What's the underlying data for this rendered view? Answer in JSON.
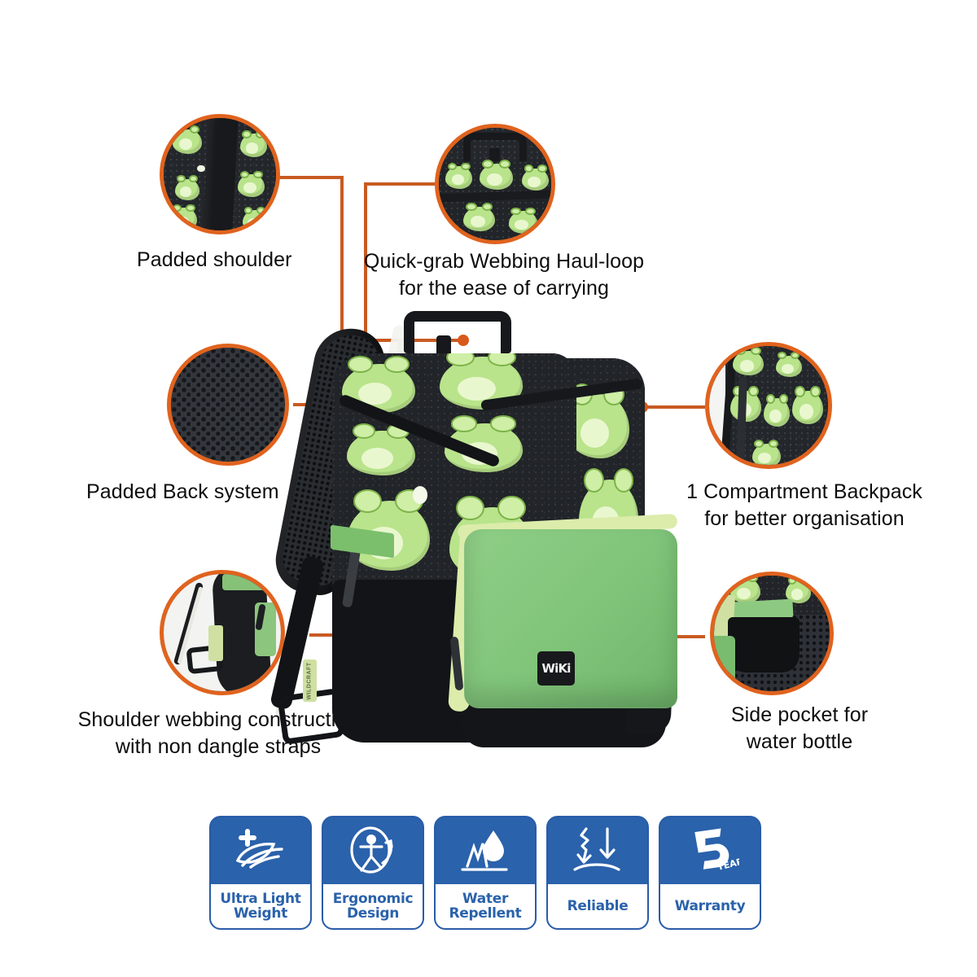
{
  "page": {
    "background": "#ffffff",
    "accent_orange": "#c85a21",
    "circle_border": "#e0631e",
    "badge_blue": "#2a62ab"
  },
  "product": {
    "brand_logo": "WiKi",
    "strap_tag": "WILDCRAFT"
  },
  "callouts": [
    {
      "id": "padded-shoulder",
      "label": "Padded shoulder",
      "photo": "shoulder-strap-closeup"
    },
    {
      "id": "haul-loop",
      "label": "Quick-grab Webbing Haul-loop\nfor the ease of carrying",
      "photo": "haul-loop-closeup"
    },
    {
      "id": "padded-back",
      "label": "Padded Back system",
      "photo": "air-mesh-closeup"
    },
    {
      "id": "shoulder-webbing",
      "label": "Shoulder webbing construction\nwith non dangle straps",
      "photo": "webbing-strap-closeup"
    },
    {
      "id": "compartment",
      "label": "1 Compartment Backpack\nfor better organisation",
      "photo": "main-compartment-closeup"
    },
    {
      "id": "side-pocket",
      "label": "Side pocket for\nwater bottle",
      "photo": "side-pocket-closeup"
    }
  ],
  "badges": [
    {
      "icon": "ultra-light-weight-icon",
      "label": "Ultra Light\nWeight"
    },
    {
      "icon": "ergonomic-design-icon",
      "label": "Ergonomic\nDesign"
    },
    {
      "icon": "water-repellent-icon",
      "label": "Water\nRepellent"
    },
    {
      "icon": "reliable-icon",
      "label": "Reliable"
    },
    {
      "icon": "warranty-5-year-icon",
      "label": "Warranty",
      "years": "5",
      "year_word": "YEAR"
    }
  ]
}
